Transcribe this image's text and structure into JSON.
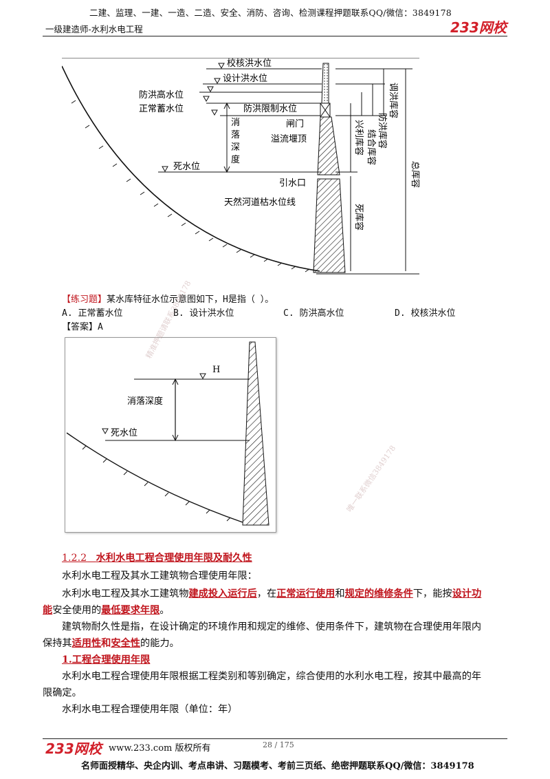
{
  "header": {
    "top_line": "二建、监理、一建、一造、二造、安全、消防、咨询、检测课程押题联系QQ/微信：3849178",
    "sub_line": "一级建造师-水利水电工程",
    "logo_text": "233网校"
  },
  "diagram1": {
    "labels": {
      "check_flood_level": "校核洪水位",
      "design_flood_level": "设计洪水位",
      "flood_control_high_level": "防洪高水位",
      "normal_storage_level": "正常蓄水位",
      "flood_limit_level": "防洪限制水位",
      "drawdown_depth_1": "消",
      "drawdown_depth_2": "落",
      "drawdown_depth_3": "深",
      "drawdown_depth_4": "度",
      "gate": "闸门",
      "spillway_crest": "溢流堰顶",
      "dead_water_level": "死水位",
      "intake": "引水口",
      "natural_low_level": "天然河道枯水位线",
      "flood_regulation_capacity": "调洪库容",
      "flood_control_capacity": "防洪库容",
      "combined_capacity": "结合库容",
      "beneficial_capacity": "兴利库容",
      "dead_capacity": "死库容",
      "total_capacity": "总库容"
    }
  },
  "exercise": {
    "tag": "【练习题】",
    "question": "某水库特征水位示意图如下，H是指（    ）。",
    "options": [
      "A. 正常蓄水位",
      "B. 设计洪水位",
      "C. 防洪高水位",
      "D. 校核洪水位"
    ],
    "answer_tag": "【答案】",
    "answer": "A"
  },
  "diagram2": {
    "label_h": "H",
    "label_depth": "消落深度",
    "label_dead": "死水位"
  },
  "section": {
    "number": "1.2.2",
    "title": "水利水电工程合理使用年限及耐久性",
    "p1": "水利水电工程及其水工建筑物合理使用年限：",
    "p2_a": "水利水电工程及其水工建筑物",
    "p2_b": "建成投入运行后",
    "p2_c": "，在",
    "p2_d": "正常运行使用",
    "p2_e": "和",
    "p2_f": "规定的维修条件",
    "p2_g": "下，能按",
    "p2_h": "设计功",
    "p2_i": "能",
    "p2_j": "安全使用的",
    "p2_k": "最低要求年限",
    "p2_l": "。",
    "p3_a": "建筑物耐久性是指，在设计确定的环境作用和规定的维修、使用条件下，建筑物在合理使用年限内",
    "p3_b": "保持其",
    "p3_c": "适用性",
    "p3_d": "和",
    "p3_e": "安全性",
    "p3_f": "的能力。",
    "sub1": "1.工程合理使用年限",
    "p4_a": "水利水电工程合理使用年限根据工程类别和等别确定，综合使用的水利水电工程，按其中最高的年",
    "p4_b": "限确定。",
    "p5": "水利水电工程合理使用年限（单位：年）"
  },
  "watermarks": [
    "精准押题请联系3849178",
    "唯一联系微信3849178"
  ],
  "footer": {
    "logo_text": "233网校",
    "site": "www.233.com 版权所有",
    "page": "28 / 175",
    "bottom_line": "名师面授精华、央企内训、考点串讲、习题模考、考前三页纸、绝密押题联系QQ/微信：3849178"
  }
}
